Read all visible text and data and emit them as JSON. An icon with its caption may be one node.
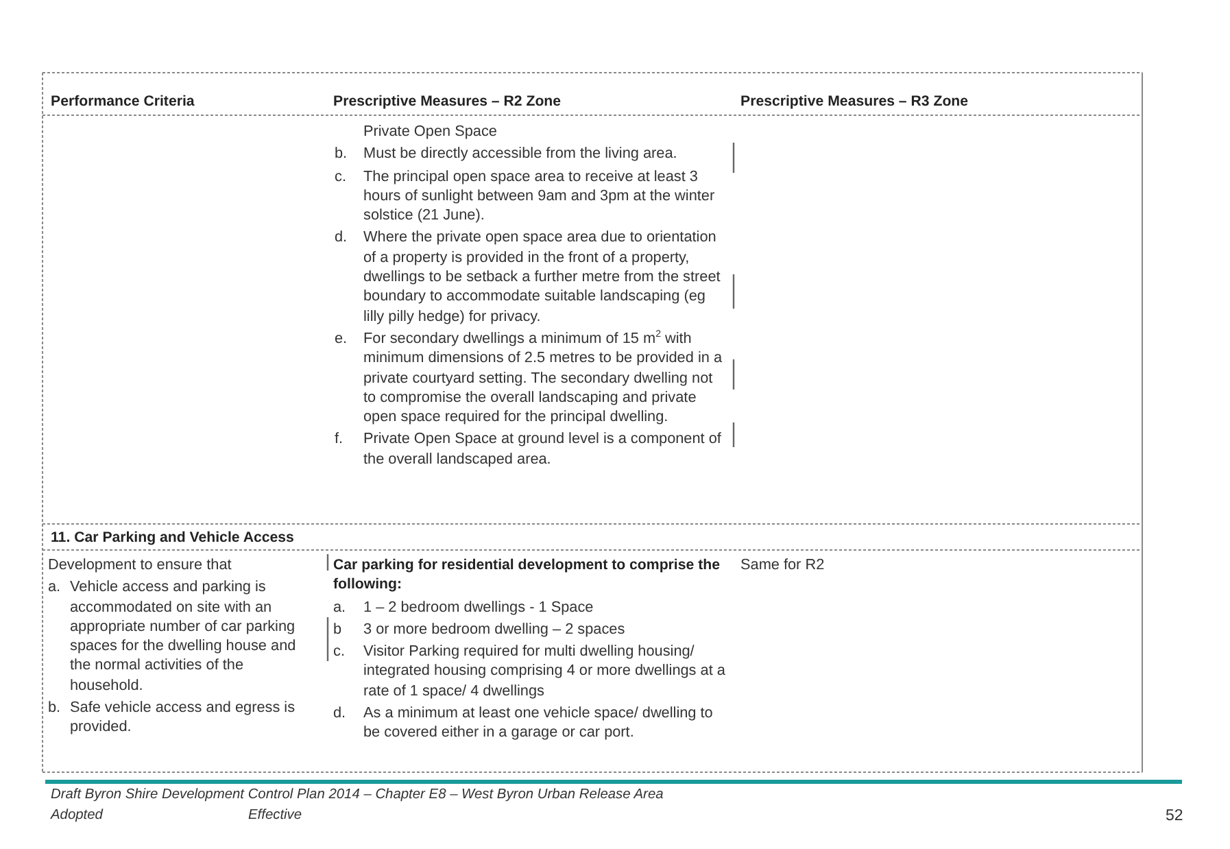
{
  "diagram": {
    "labels": [
      "Performance Criteria",
      "Prescriptive Measures – R2 Zone",
      "Prescriptive Measures – R3 Zone",
      "Private Open Space",
      "b.",
      "Must be directly accessible from the living area.",
      "c.",
      "The principal open space area to receive at least 3 hours of sunlight between 9am and 3pm at the winter solstice (21 June).",
      "d.",
      "Where the private open space area due to orientation of a property is provided in the front of a property, dwellings to be setback a further metre from the street boundary to accommodate suitable landscaping (eg lilly pilly hedge) for privacy.",
      "e.",
      "For secondary dwellings a minimum of 15 m$^{2}$ with minimum dimensions of 2.5 metres to be provided in a private courtyard setting.  The secondary dwelling not to compromise the overall landscaping and private open space required for the principal dwelling.",
      "f.",
      "Private Open Space at ground level is a component of the overall landscaped area.",
      "11. Car Parking and Vehicle Access",
      "Development to ensure that",
      "a.",
      "Vehicle access and parking is accommodated on site with an appropriate number of car parking spaces for the dwelling house and the normal activities of the household.",
      "b.",
      "Safe vehicle access and egress is provided.",
      "Car parking for residential development to comprise the following:",
      "a.",
      "1 – 2 bedroom dwellings - 1 Space",
      "b",
      "3 or more bedroom dwelling – 2 spaces",
      "c.",
      "Visitor Parking required for multi dwelling housing/ integrated housing comprising 4 or more dwellings at a rate of 1 space/ 4 dwellings",
      "d.",
      "As a minimum at least one vehicle space/ dwelling to be covered either in a garage or car port.",
      "Same for R2",
      "Draft Byron Shire Development Control Plan 2014 – Chapter E8 – West Byron Urban Release Area",
      "Adopted",
      "Effective",
      "52"
    ]
  }
}
